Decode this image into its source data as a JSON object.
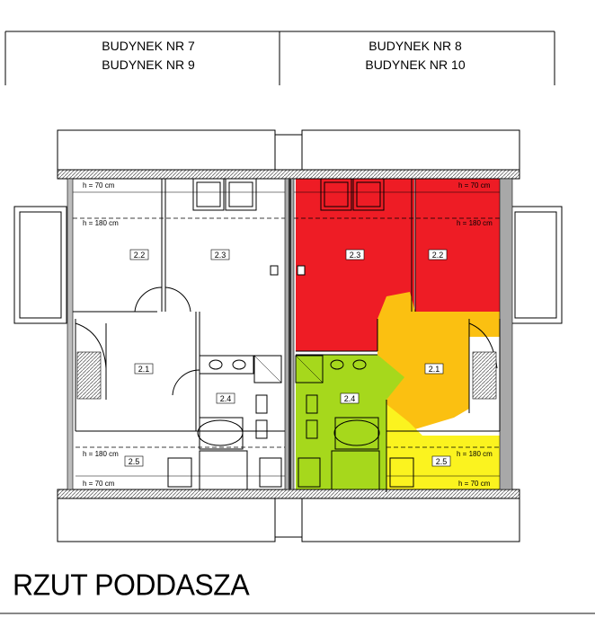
{
  "header": {
    "left_line1": "BUDYNEK NR 7",
    "left_line2": "BUDYNEK NR 9",
    "right_line1": "BUDYNEK NR 8",
    "right_line2": "BUDYNEK NR 10"
  },
  "left_unit": {
    "rooms": {
      "r22": "2.2",
      "r23": "2.3",
      "r21": "2.1",
      "r24": "2.4",
      "r25": "2.5"
    },
    "heights": {
      "top70": "h = 70 cm",
      "top180": "h = 180 cm",
      "bot180": "h = 180 cm",
      "bot70": "h = 70 cm"
    }
  },
  "right_unit": {
    "rooms": {
      "r23": "2.3",
      "r22": "2.2",
      "r21": "2.1",
      "r24": "2.4",
      "r25": "2.5"
    },
    "heights": {
      "top70": "h = 70 cm",
      "top180": "h = 180 cm",
      "bot180": "h = 180 cm",
      "bot70": "h = 70 cm"
    }
  },
  "colors": {
    "red": "#ee1c25",
    "orange": "#fbc011",
    "yellow": "#fbf31f",
    "green": "#a6d81c",
    "gray_wall": "#a8a8a8"
  },
  "footer": {
    "title": "RZUT PODDASZA"
  }
}
